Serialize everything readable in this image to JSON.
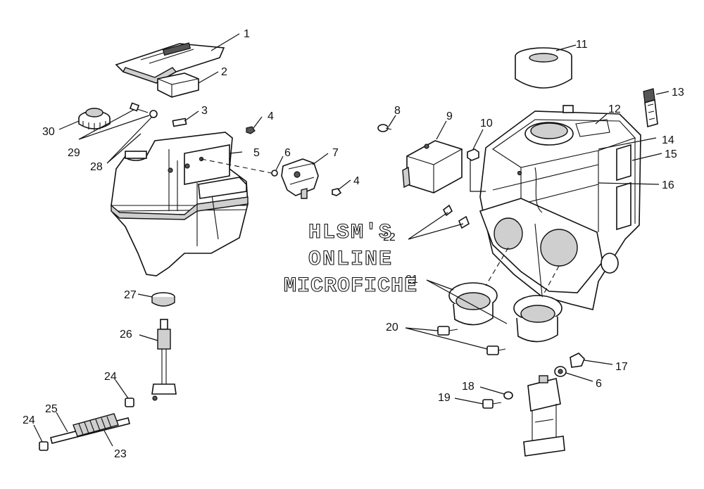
{
  "watermark": {
    "line1": "HLSM'S",
    "line2": "ONLINE",
    "line3": "MICROFICHE"
  },
  "callouts": [
    "1",
    "2",
    "3",
    "4",
    "5",
    "6",
    "7",
    "4",
    "30",
    "29",
    "28",
    "27",
    "26",
    "24",
    "25",
    "24",
    "23",
    "8",
    "9",
    "10",
    "11",
    "12",
    "13",
    "14",
    "15",
    "16",
    "22",
    "21",
    "20",
    "17",
    "6",
    "18",
    "19"
  ]
}
